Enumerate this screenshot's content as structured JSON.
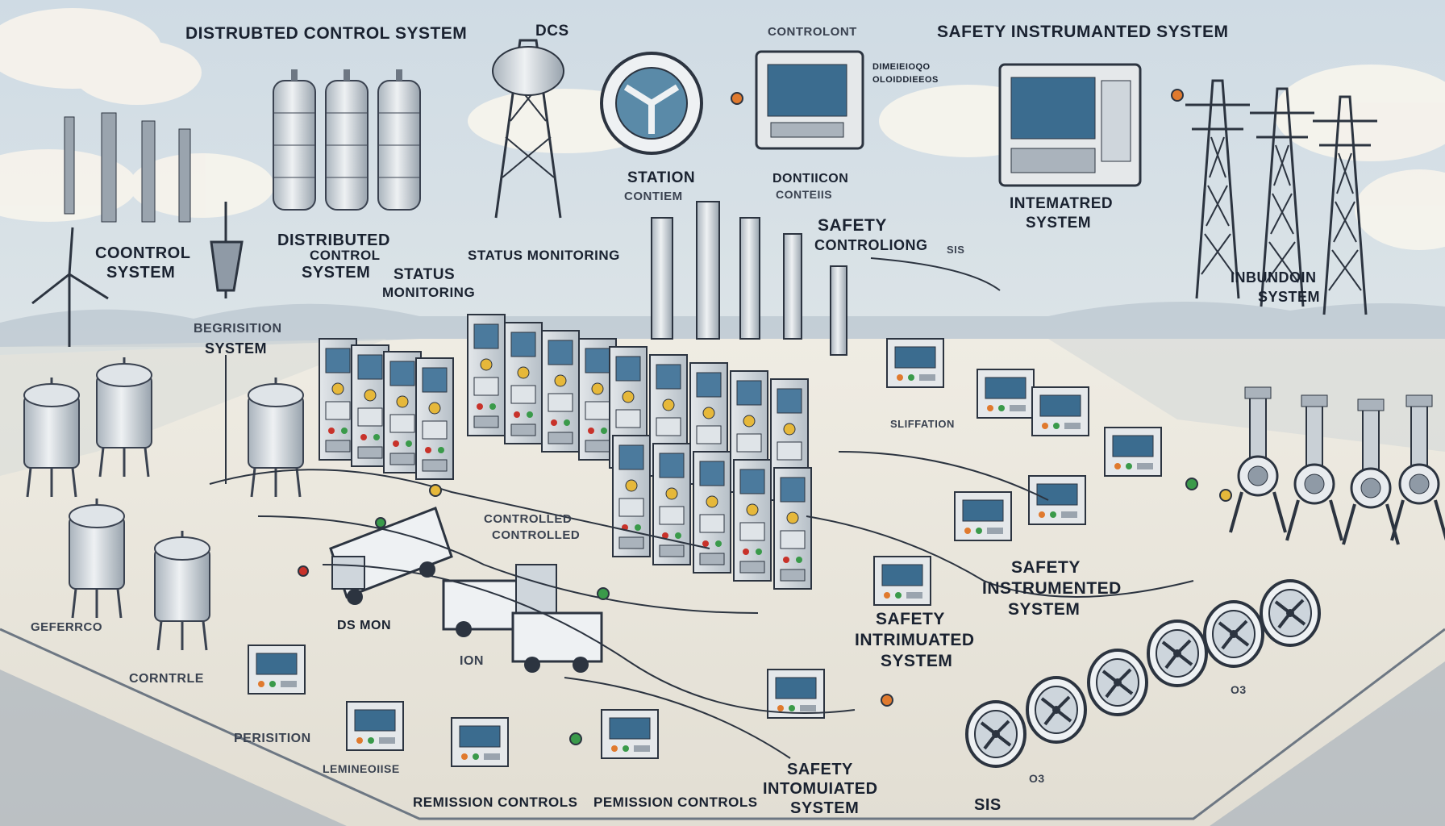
{
  "labels": {
    "top_dcs_title": "DISTRUBTED CONTROL SYSTEM",
    "top_dcs_abbr": "DCS",
    "top_controlont": "CONTROLONT",
    "top_sis_title": "SAFETY INSTRUMANTED SYSTEM",
    "panel_text_a": "DIMEIEIOQO",
    "panel_text_b": "OLOIDDIEEOS",
    "coontrol_1": "COONTROL",
    "coontrol_2": "SYSTEM",
    "distributed_1": "DISTRIBUTED",
    "distributed_2": "CONTROL",
    "distributed_3": "SYSTEM",
    "status_1": "STATUS",
    "status_2": "MONITORING",
    "status_monitoring_mid": "STATUS MONITORING",
    "station_1": "STATION",
    "station_2": "CONTIEM",
    "dontion_1": "DONTIICON",
    "dontion_2": "CONTEIIS",
    "safety_ctrl_1": "SAFETY",
    "safety_ctrl_2": "CONTROLIONG",
    "sis_small": "SIS",
    "intematred_1": "INTEMATRED",
    "intematred_2": "SYSTEM",
    "inbundon_1": "INBUNDOIN",
    "inbundon_2": "SYSTEM",
    "regression_1": "BEGRISITION",
    "regression_2": "SYSTEM",
    "sis_1_a": "SAFETY",
    "sis_1_b": "INSTRUMENTED",
    "sis_1_c": "SYSTEM",
    "sis_2_a": "SAFETY",
    "sis_2_b": "INTRIMUATED",
    "sis_2_c": "SYSTEM",
    "sis_3_a": "SAFETY",
    "sis_3_b": "INTOMUIATED",
    "sis_3_c": "SYSTEM",
    "bottom_sis": "SIS",
    "bottom_remission": "REMISSION CONTROLS",
    "bottom_permission": "PEMISSION CONTROLS",
    "controlled_mid": "CONTROLLED",
    "controller_mid": "CONTROLLED",
    "ds_mon": "DS MON",
    "ion": "ION",
    "cortrle": "CORNTRLE",
    "bertrion": "PERISITION",
    "lerentiaaese": "LEMINEOIISE",
    "gefertrco": "GEFERRCO",
    "sliftion": "SLIFFATION",
    "os_1": "O3",
    "os_2": "O3"
  },
  "colors": {
    "sky": "#d9e3ea",
    "cloud": "#f4f1ea",
    "ground": "#ebe8df",
    "ink": "#1a2230",
    "cabinet": "#cfd6dc",
    "cabinet_dark": "#8f9aa6",
    "screen": "#3b6c8f",
    "accent_orange": "#e07a2e",
    "accent_red": "#c8322a",
    "accent_green": "#3a9a4a",
    "accent_yellow": "#e6b83a",
    "water": "#7e94a8"
  }
}
